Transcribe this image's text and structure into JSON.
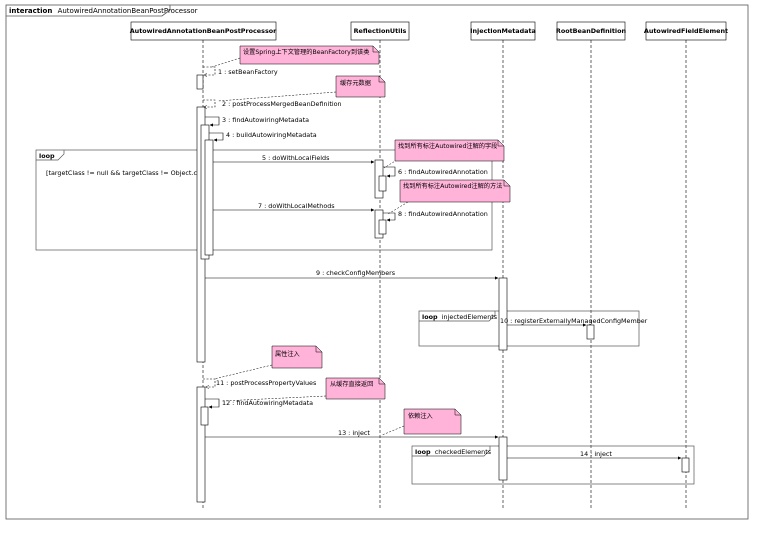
{
  "frame": {
    "keyword": "interaction",
    "name": "AutowiredAnnotationBeanPostProcessor"
  },
  "lifelines": [
    {
      "id": "aabpp",
      "label": "AutowiredAnnotationBeanPostProcessor"
    },
    {
      "id": "ru",
      "label": "ReflectionUtils"
    },
    {
      "id": "im",
      "label": "InjectionMetadata"
    },
    {
      "id": "rbd",
      "label": "RootBeanDefinition"
    },
    {
      "id": "afe",
      "label": "AutowiredFieldElement"
    }
  ],
  "messages": [
    {
      "number": "1",
      "text": "setBeanFactory"
    },
    {
      "number": "2",
      "text": "postProcessMergedBeanDefinition"
    },
    {
      "number": "3",
      "text": "findAutowiringMetadata"
    },
    {
      "number": "4",
      "text": "buildAutowiringMetadata"
    },
    {
      "number": "5",
      "text": "doWithLocalFields"
    },
    {
      "number": "6",
      "text": "findAutowiredAnnotation"
    },
    {
      "number": "7",
      "text": "doWithLocalMethods"
    },
    {
      "number": "8",
      "text": "findAutowiredAnnotation"
    },
    {
      "number": "9",
      "text": "checkConfigMembers"
    },
    {
      "number": "10",
      "text": "registerExternallyManagedConfigMember"
    },
    {
      "number": "11",
      "text": "postProcessPropertyValues"
    },
    {
      "number": "12",
      "text": "findAutowiringMetadata"
    },
    {
      "number": "13",
      "text": "inject"
    },
    {
      "number": "14",
      "text": "inject"
    }
  ],
  "notes": [
    {
      "id": "note-set-factory",
      "text": "设置Spring上下文管理的BeanFactory到该类"
    },
    {
      "id": "note-cache-meta",
      "text": "缓存元数据"
    },
    {
      "id": "note-find-fields",
      "text": "找到所有标注Autowired注解的字段"
    },
    {
      "id": "note-find-methods",
      "text": "找到所有标注Autowired注解的方法"
    },
    {
      "id": "note-property-inject",
      "text": "属性注入"
    },
    {
      "id": "note-from-cache",
      "text": "从缓存直接返回"
    },
    {
      "id": "note-dependency-inject",
      "text": "依赖注入"
    }
  ],
  "loops": [
    {
      "id": "loop-fields",
      "keyword": "loop",
      "name": "",
      "guard": "[targetClass != null && targetClass != Object.class]"
    },
    {
      "id": "loop-injected",
      "keyword": "loop",
      "name": "injectedElements",
      "guard": ""
    },
    {
      "id": "loop-checked",
      "keyword": "loop",
      "name": "checkedElements",
      "guard": ""
    }
  ],
  "colors": {
    "note_fill": "#FFB3D9",
    "frame_stroke": "#555555",
    "line": "#000000"
  }
}
